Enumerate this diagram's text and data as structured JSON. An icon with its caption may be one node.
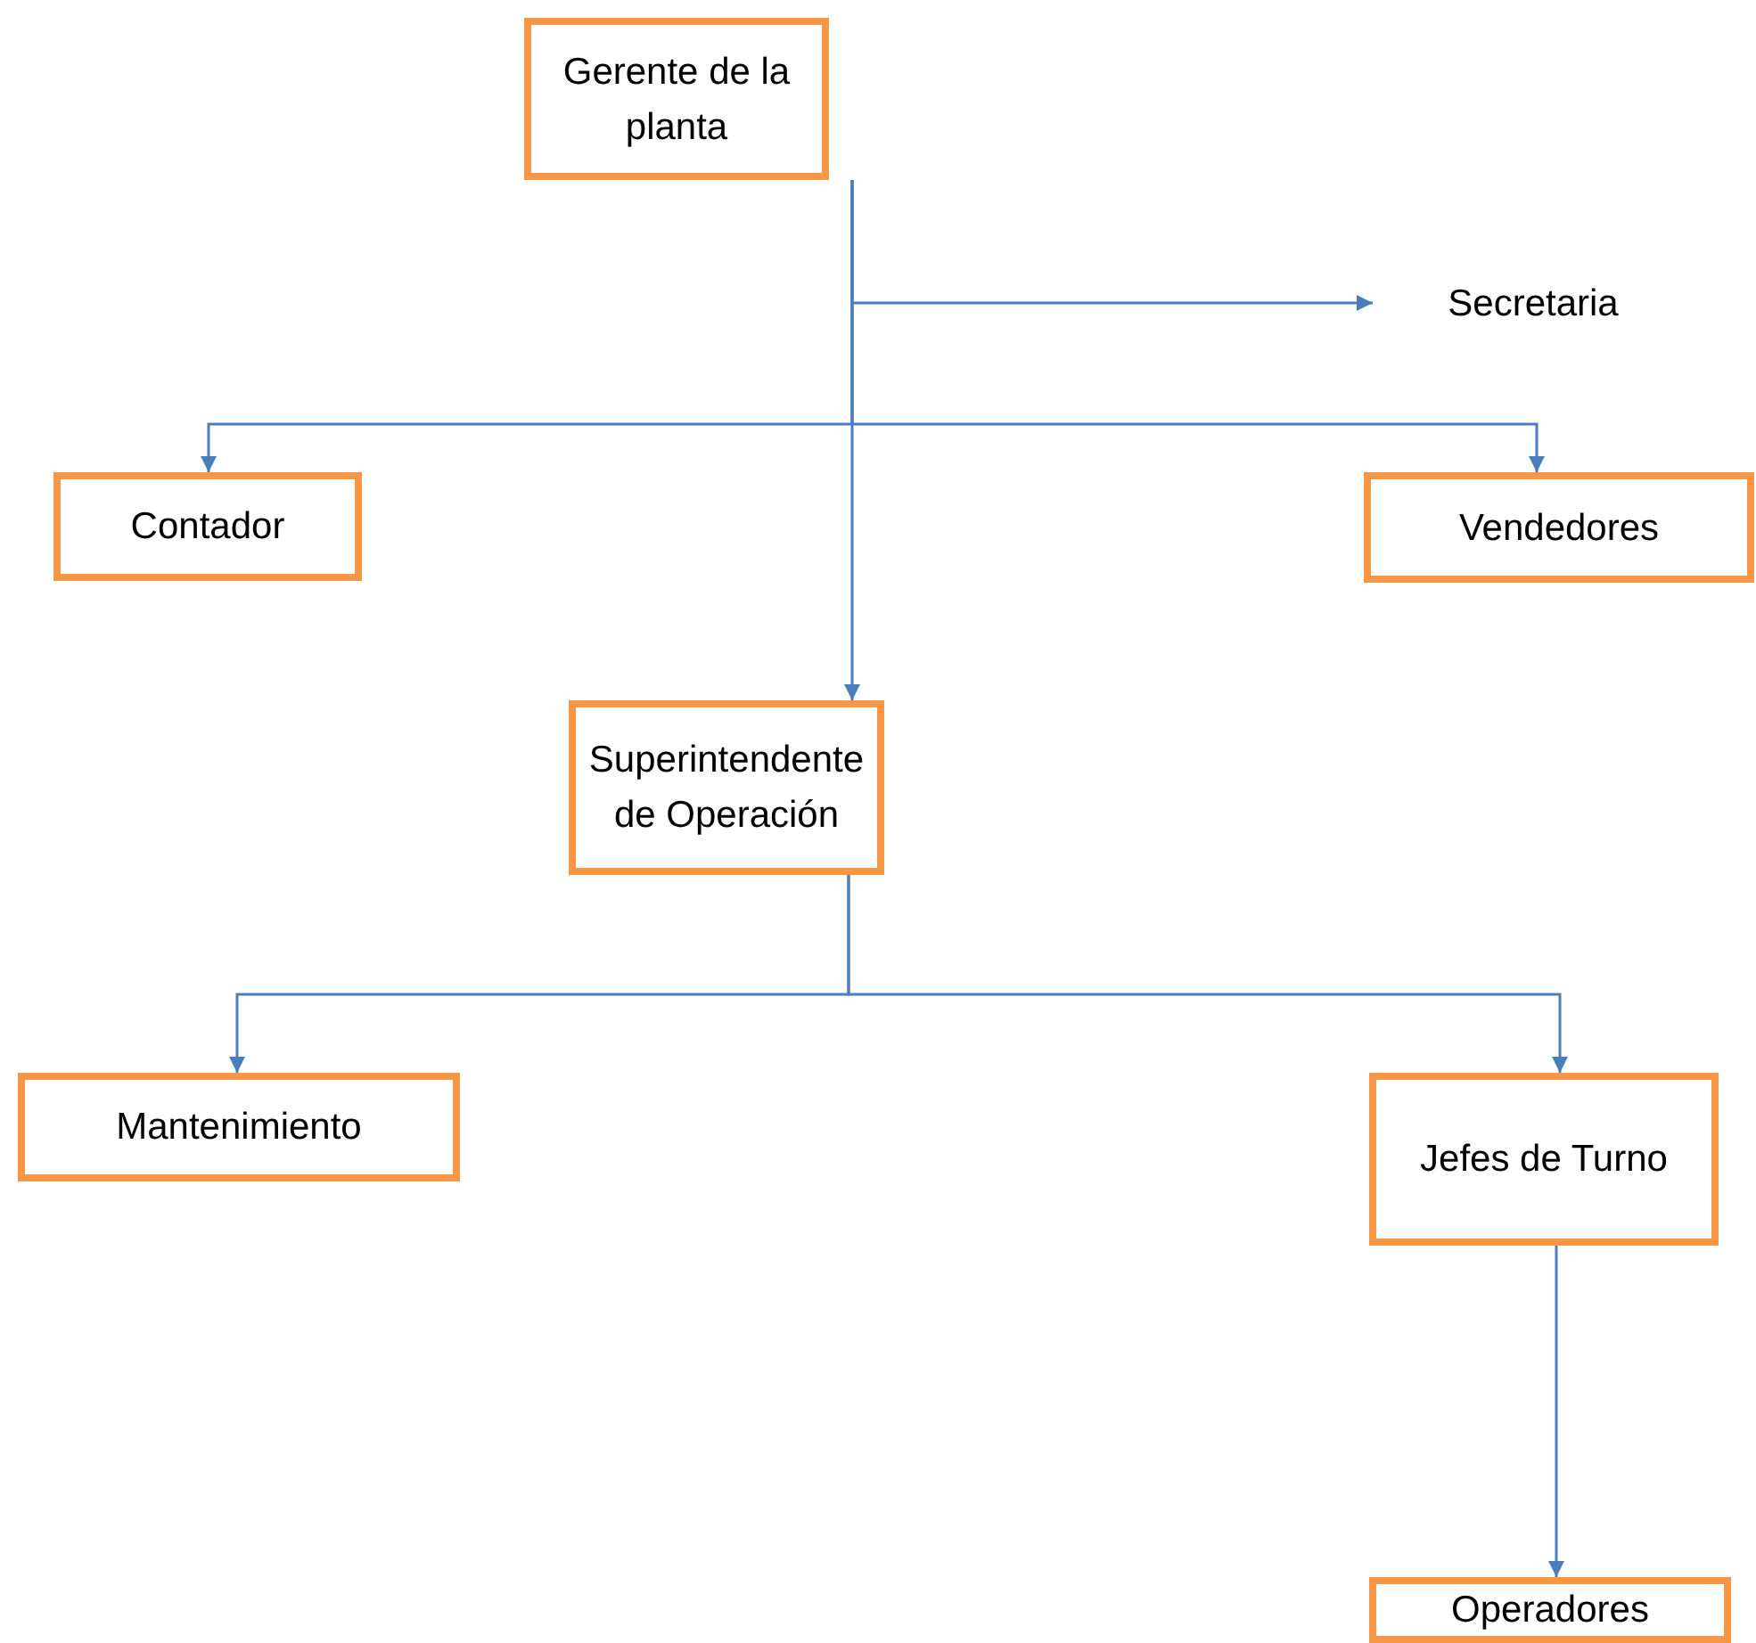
{
  "diagram": {
    "nodes": [
      {
        "text": [
          "Gerente de la planta"
        ]
      },
      {
        "text": [
          "Secretaria"
        ]
      },
      {
        "text": [
          "Contador"
        ]
      },
      {
        "text": [
          "Vendedores"
        ]
      },
      {
        "text": [
          "Superintendente de Operación"
        ]
      },
      {
        "text": [
          "Mantenimiento"
        ]
      },
      {
        "text": [
          "Jefes de Turno"
        ]
      },
      {
        "text": [
          "Operadores"
        ]
      }
    ],
    "edges": [
      {
        "from": 0,
        "to": 1,
        "arrow": "to"
      },
      {
        "from": 0,
        "to": 2,
        "arrow": "to"
      },
      {
        "from": 0,
        "to": 3,
        "arrow": "to"
      },
      {
        "from": 0,
        "to": 4,
        "arrow": "to"
      },
      {
        "from": 4,
        "to": 5,
        "arrow": "to"
      },
      {
        "from": 4,
        "to": 6,
        "arrow": "to"
      },
      {
        "from": 6,
        "to": 7,
        "arrow": "to"
      }
    ]
  }
}
